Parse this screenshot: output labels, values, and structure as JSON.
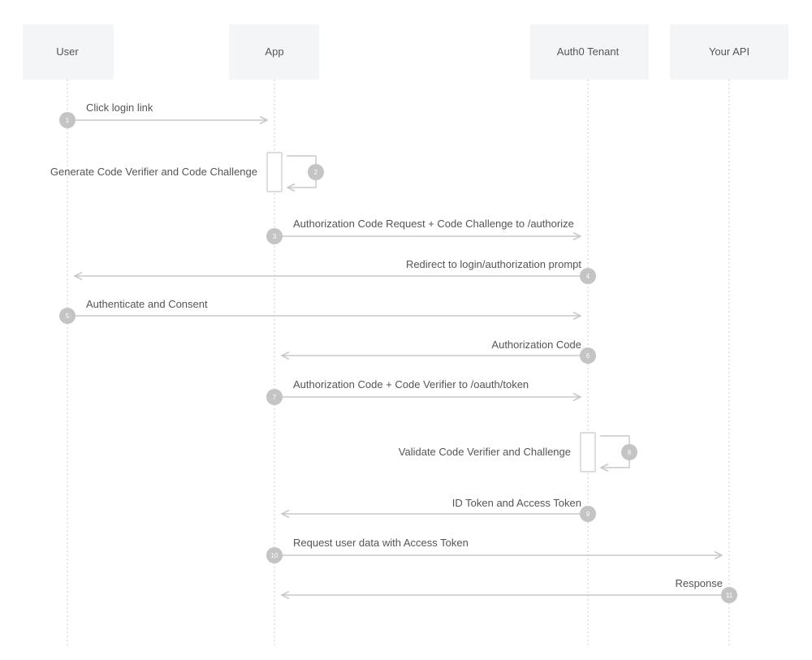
{
  "actors": [
    {
      "id": "user",
      "label": "User"
    },
    {
      "id": "app",
      "label": "App"
    },
    {
      "id": "tenant",
      "label": "Auth0 Tenant"
    },
    {
      "id": "api",
      "label": "Your API"
    }
  ],
  "messages": [
    {
      "step": "1",
      "label": "Click login link",
      "from": "user",
      "to": "app"
    },
    {
      "step": "2",
      "label": "Generate Code Verifier and Code Challenge",
      "from": "app",
      "to": "app"
    },
    {
      "step": "3",
      "label": "Authorization Code Request + Code Challenge to /authorize",
      "from": "app",
      "to": "tenant"
    },
    {
      "step": "4",
      "label": "Redirect to login/authorization prompt",
      "from": "tenant",
      "to": "user"
    },
    {
      "step": "5",
      "label": "Authenticate and Consent",
      "from": "user",
      "to": "tenant"
    },
    {
      "step": "6",
      "label": "Authorization Code",
      "from": "tenant",
      "to": "app"
    },
    {
      "step": "7",
      "label": "Authorization Code + Code Verifier to /oauth/token",
      "from": "app",
      "to": "tenant"
    },
    {
      "step": "8",
      "label": "Validate Code Verifier and Challenge",
      "from": "tenant",
      "to": "tenant"
    },
    {
      "step": "9",
      "label": "ID Token and Access Token",
      "from": "tenant",
      "to": "app"
    },
    {
      "step": "10",
      "label": "Request user data with Access Token",
      "from": "app",
      "to": "api"
    },
    {
      "step": "11",
      "label": "Response",
      "from": "api",
      "to": "app"
    }
  ],
  "colors": {
    "actor_box": "#f4f5f6",
    "lifeline": "#cccccc",
    "arrow": "#c8c8c8",
    "step_circle": "#c4c4c4",
    "text": "#555555"
  }
}
